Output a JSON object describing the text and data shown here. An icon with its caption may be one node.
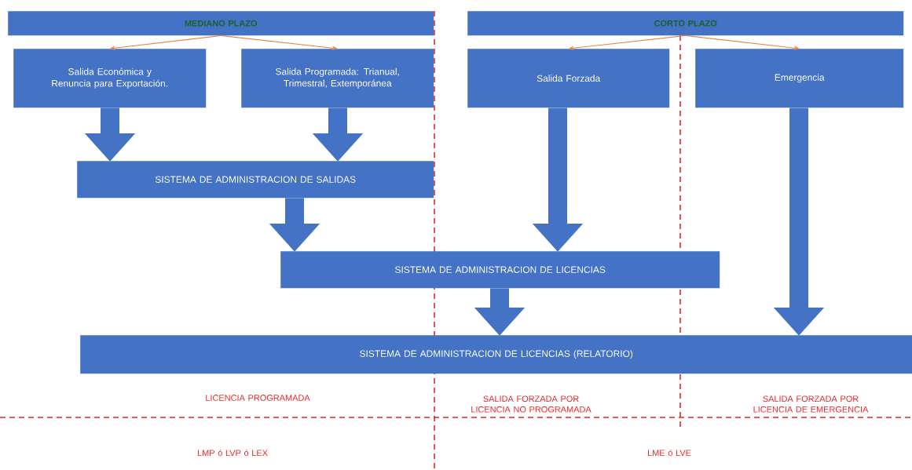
{
  "diagram": {
    "nodes": [
      {
        "text": [
          "MEDIANO PLAZO"
        ]
      },
      {
        "text": [
          "CORTO PLAZO"
        ]
      },
      {
        "text": [
          "Salida Económica y Renuncia para Exportación."
        ]
      },
      {
        "text": [
          "Salida Programada: Trianual, Trimestral, Extemporánea"
        ]
      },
      {
        "text": [
          "Salida Forzada"
        ]
      },
      {
        "text": [
          "Emergencia"
        ]
      },
      {
        "text": [
          "SISTEMA DE ADMINISTRACION DE SALIDAS"
        ]
      },
      {
        "text": [
          "SISTEMA DE ADMINISTRACION DE LICENCIAS"
        ]
      },
      {
        "text": [
          "SISTEMA DE ADMINISTRACION DE LICENCIAS (RELATORIO)"
        ]
      }
    ],
    "edges": [
      {
        "from": 0,
        "to": 2,
        "arrow": "to",
        "color": "#e8844a"
      },
      {
        "from": 0,
        "to": 3,
        "arrow": "to",
        "color": "#e8844a"
      },
      {
        "from": 1,
        "to": 4,
        "arrow": "to",
        "color": "#e8844a"
      },
      {
        "from": 1,
        "to": 5,
        "arrow": "to",
        "color": "#e8844a"
      },
      {
        "from": 2,
        "to": 6,
        "arrow": "to"
      },
      {
        "from": 3,
        "to": 6,
        "arrow": "to"
      },
      {
        "from": 6,
        "to": 7,
        "arrow": "to"
      },
      {
        "from": 4,
        "to": 7,
        "arrow": "to"
      },
      {
        "from": 7,
        "to": 8,
        "arrow": "to"
      },
      {
        "from": 5,
        "to": 8,
        "arrow": "to"
      }
    ],
    "labels": [
      "LICENCIA PROGRAMADA",
      "SALIDA FORZADA POR LICENCIA NO PROGRAMADA",
      "SALIDA FORZADA POR LICENCIA DE EMERGENCIA",
      "LMP ó LVP ó LEX",
      "LME ó LVE"
    ]
  }
}
